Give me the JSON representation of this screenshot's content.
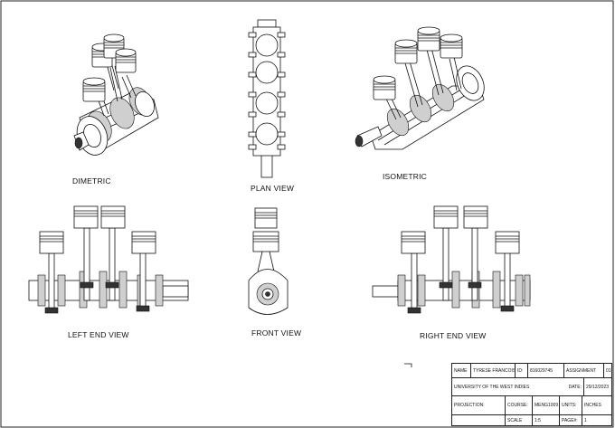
{
  "views": {
    "dimetric": "DIMETRIC",
    "plan": "PLAN VIEW",
    "isometric": "ISOMETRIC",
    "left_end": "LEFT END VIEW",
    "front": "FRONT VIEW",
    "right_end": "RIGHT END VIEW"
  },
  "title_block": {
    "name_label": "NAME",
    "name_value": "TYRESE FRANCOIS",
    "id_label": "ID:",
    "id_value": "816029745",
    "assignment_label": "ASSIGNMENT",
    "assignment_value": "01",
    "university": "UNIVERSITY OF THE WEST INDIES",
    "date_label": "DATE:",
    "date_value": "29/12/2023",
    "projection_label": "PROJECTION:",
    "course_label": "COURSE:",
    "course_value": "MENG1009",
    "units_label": "UNITS:",
    "units_value": "INCHES",
    "scale_label": "SCALE",
    "scale_value": "1:5",
    "page_label": "PAGE#:",
    "page_value": "1"
  }
}
